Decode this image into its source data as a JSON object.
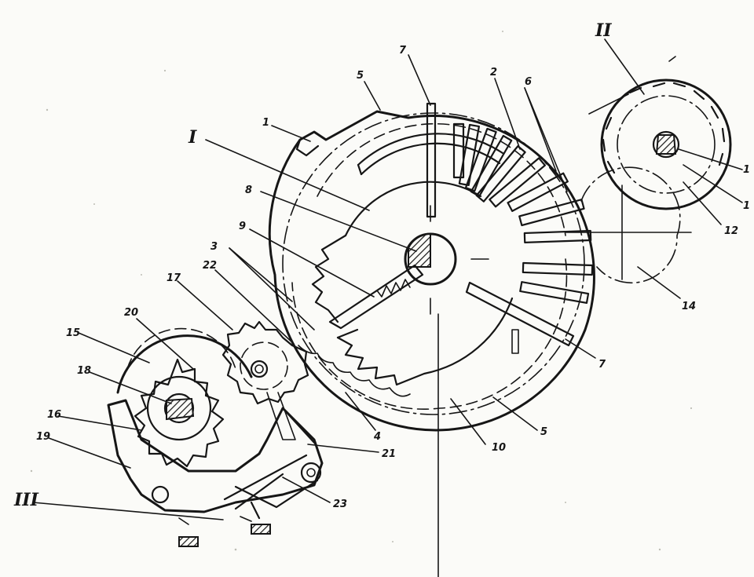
{
  "labels": {
    "roman_I": "I",
    "roman_II": "II",
    "roman_III": "III",
    "n1": "1",
    "n2": "2",
    "n3": "3",
    "n4": "4",
    "n5a": "5",
    "n5b": "5",
    "n6": "6",
    "n7a": "7",
    "n7b": "7",
    "n8": "8",
    "n9": "9",
    "n10": "10",
    "n11a": "1",
    "n11b": "1",
    "n12": "12",
    "n14": "14",
    "n15": "15",
    "n16": "16",
    "n17": "17",
    "n18": "18",
    "n19": "19",
    "n20": "20",
    "n21": "21",
    "n22": "22",
    "n23": "23"
  },
  "colors": {
    "ink": "#161616",
    "paper": "#fbfbf8"
  }
}
